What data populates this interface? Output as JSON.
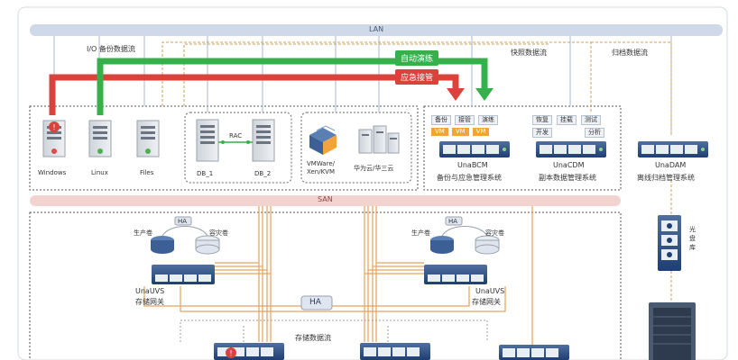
{
  "bus": {
    "lan": "LAN",
    "san": "SAN"
  },
  "flows": {
    "io_backup": "I/O 备份数据流",
    "auto_drill": "自动演练",
    "emergency_takeover": "应急接管",
    "snapshot_flow": "快照数据流",
    "archive_flow": "归档数据流",
    "storage_flow": "存储数据流"
  },
  "hosts": {
    "windows": "Windows",
    "linux": "Linux",
    "files": "Files",
    "rac": "RAC",
    "db1": "DB_1",
    "db2": "DB_2",
    "virt": "VMWare/\nXen/KVM",
    "cloud": "华为云/华三云"
  },
  "unabcm": {
    "chips": [
      "备份",
      "接管",
      "演练"
    ],
    "vm": [
      "VM",
      "VM",
      "VM"
    ],
    "name": "UnaBCM",
    "desc": "备份与应急管理系统"
  },
  "unacdm": {
    "chips": [
      "恢复",
      "挂载",
      "测试",
      "开发",
      "分析"
    ],
    "name": "UnaCDM",
    "desc": "副本数据管理系统"
  },
  "unadam": {
    "name": "UnaDAM",
    "desc": "离线归档管理系统",
    "library": "光盘库"
  },
  "uvs_left": {
    "ha": "HA",
    "prod": "生产卷",
    "dr": "容灾卷",
    "name": "UnaUVS",
    "desc": "存储网关"
  },
  "uvs_right": {
    "ha": "HA",
    "prod": "生产卷",
    "dr": "容灾卷",
    "name": "UnaUVS",
    "desc": "存储网关"
  },
  "ha_center": "HA",
  "colors": {
    "lan_bar": "#cfd9ea",
    "san_bar": "#f3d3cf",
    "red_flow": "#d9433b",
    "green_flow": "#35b04a",
    "navy": "#1f3f73",
    "orange_line": "#e6a25c",
    "dashed": "#c9a25a"
  }
}
